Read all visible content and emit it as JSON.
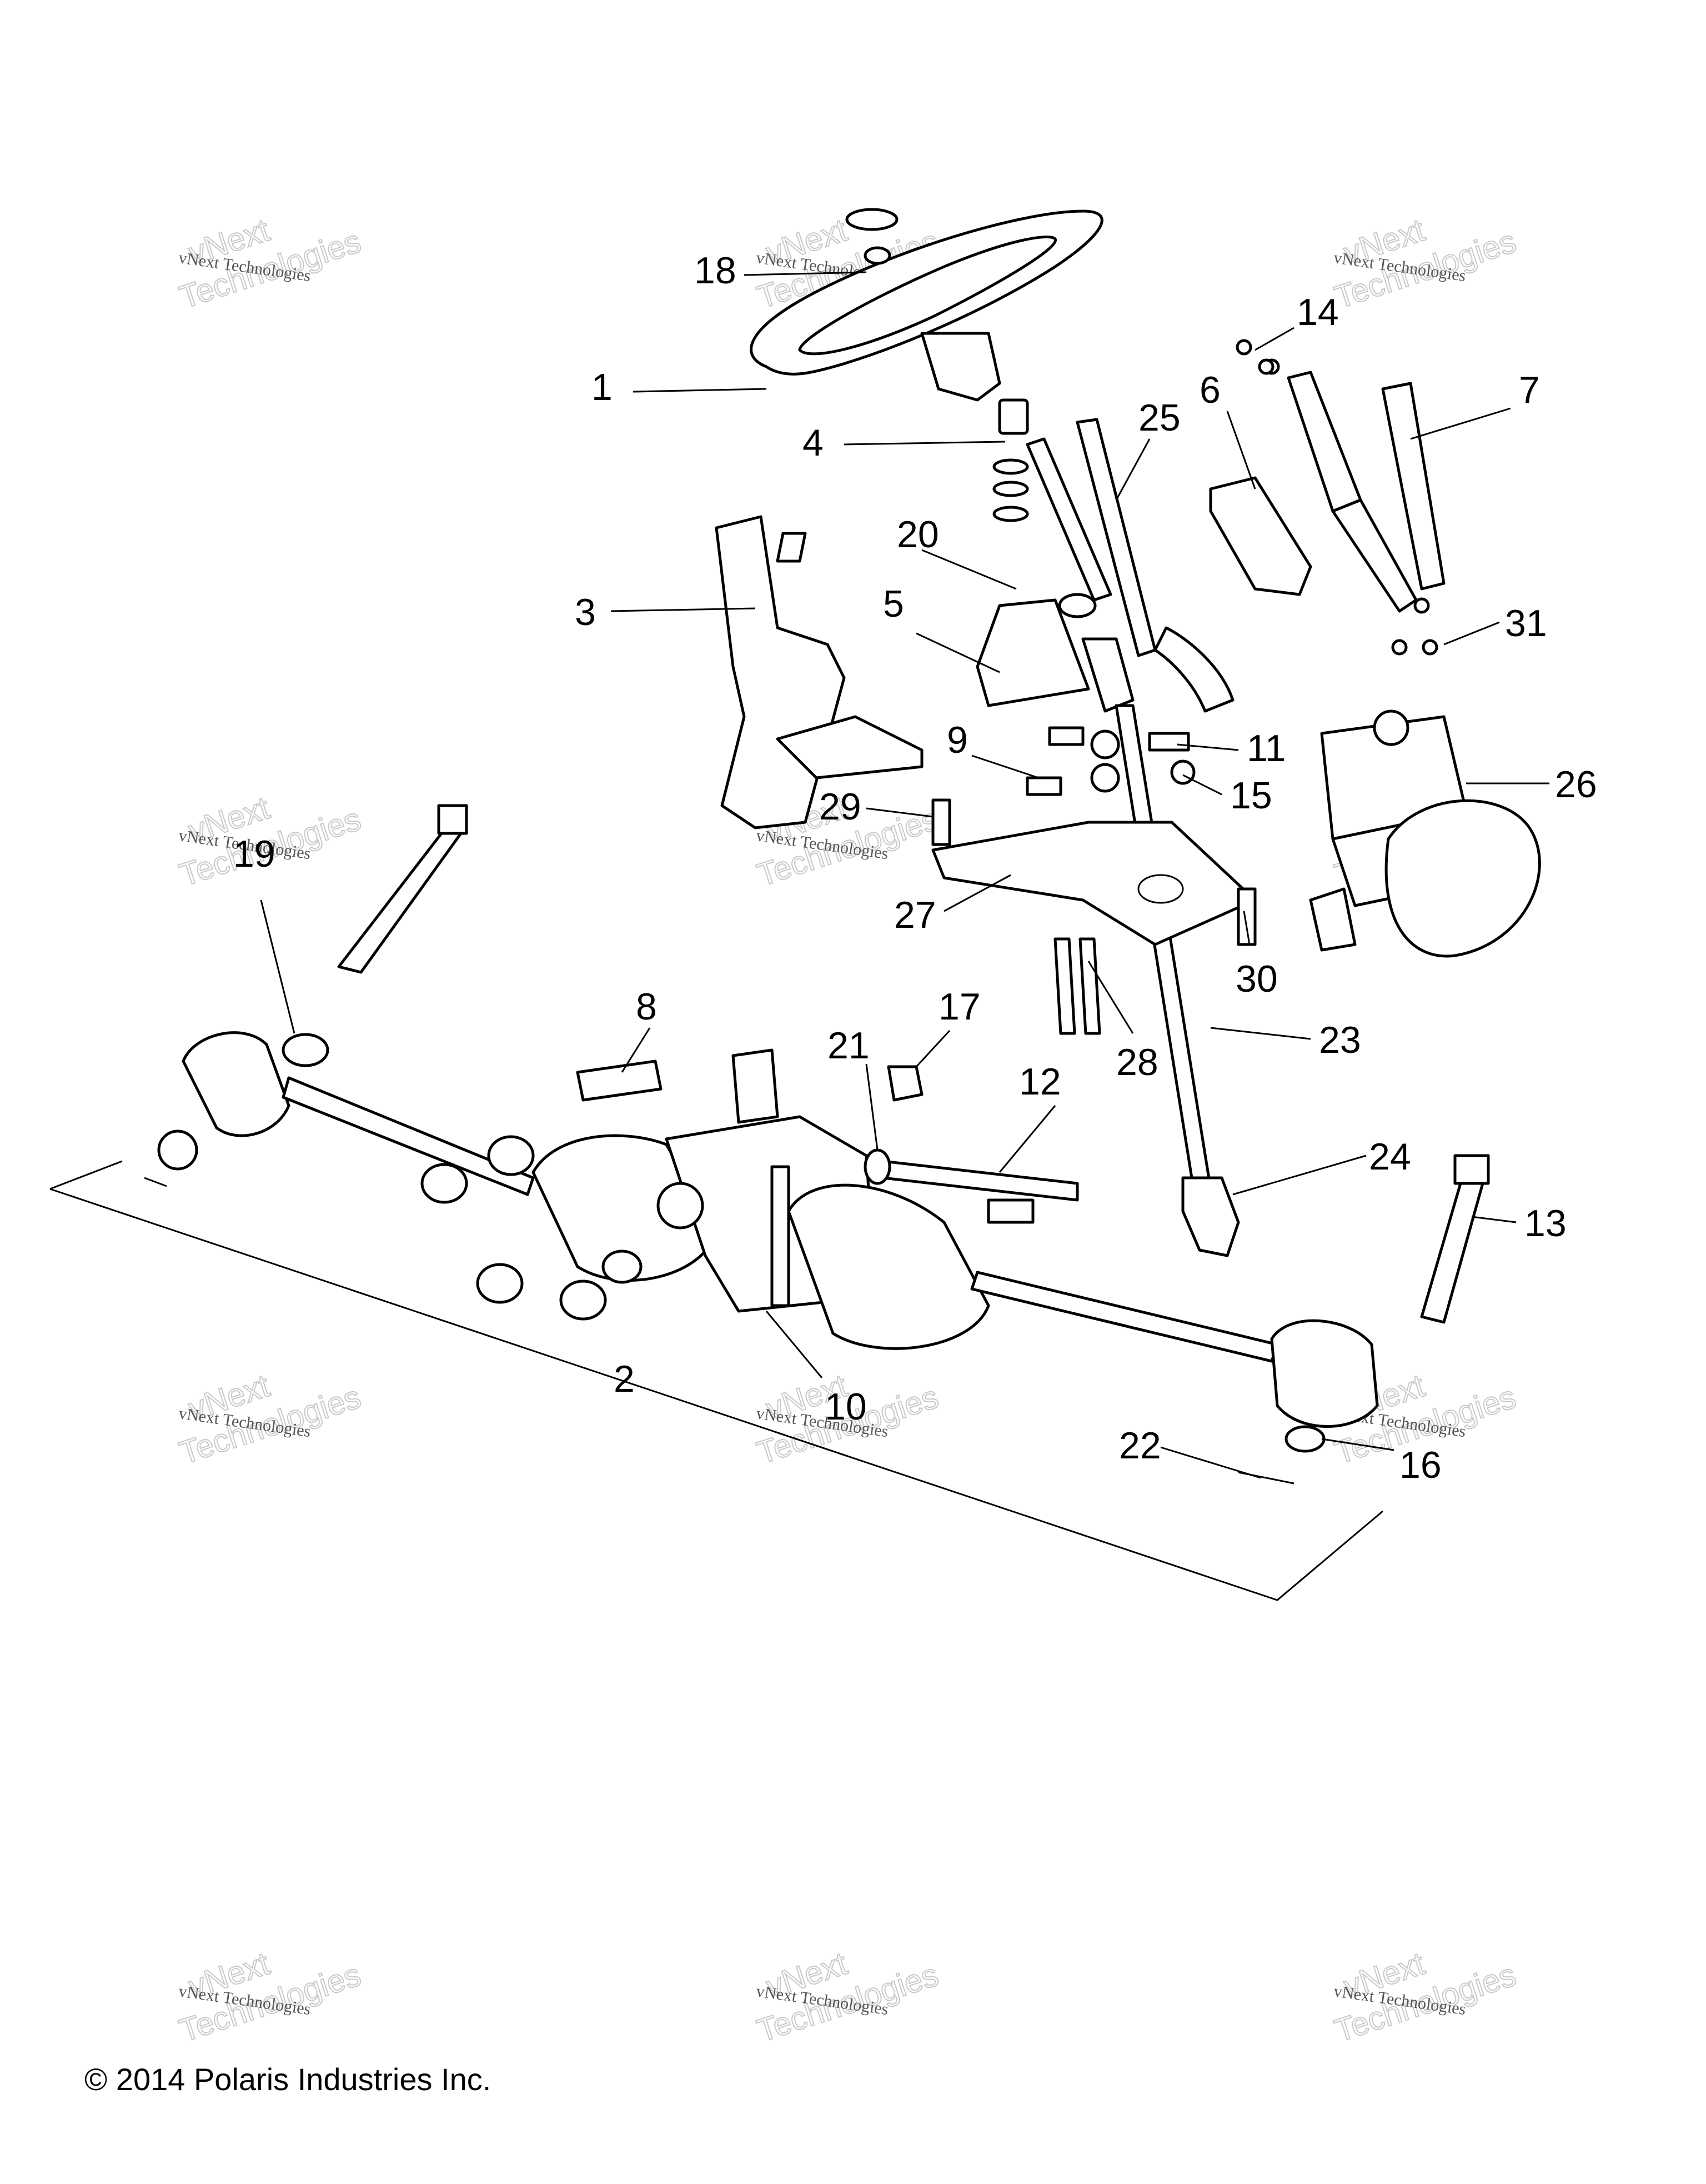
{
  "callouts": {
    "c1": "1",
    "c2": "2",
    "c3": "3",
    "c4": "4",
    "c5": "5",
    "c6": "6",
    "c7": "7",
    "c8": "8",
    "c9": "9",
    "c10": "10",
    "c11": "11",
    "c12": "12",
    "c13": "13",
    "c14": "14",
    "c15": "15",
    "c16": "16",
    "c17": "17",
    "c18": "18",
    "c19": "19",
    "c20": "20",
    "c21": "21",
    "c22": "22",
    "c23": "23",
    "c24": "24",
    "c25": "25",
    "c26": "26",
    "c27": "27",
    "c28": "28",
    "c29": "29",
    "c30": "30",
    "c31": "31"
  },
  "watermark": {
    "line1": "vNext Technologies",
    "big1": "vNext",
    "big2": "Technologies"
  },
  "copyright": "© 2014 Polaris Industries Inc."
}
